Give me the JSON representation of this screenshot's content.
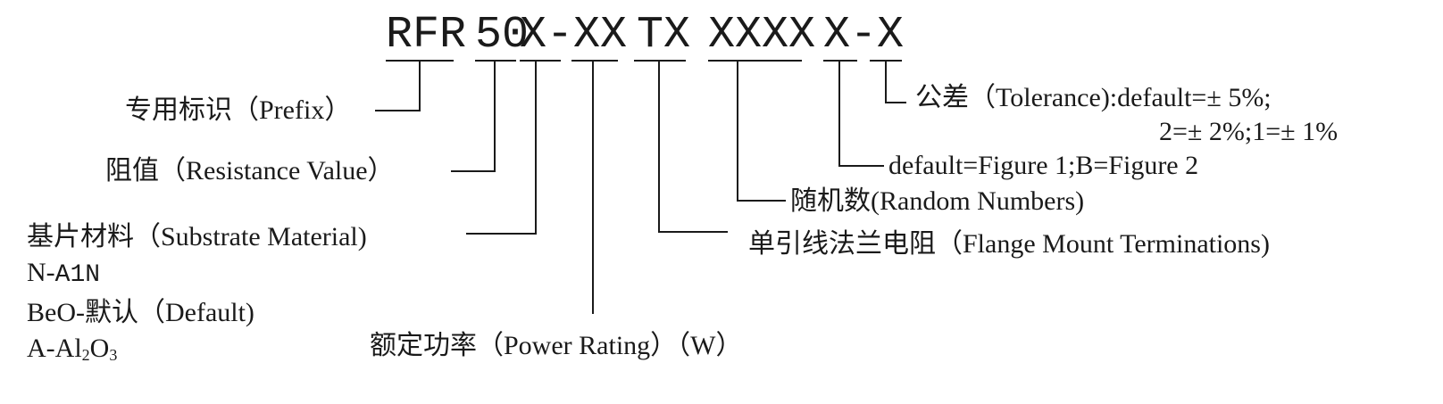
{
  "part_number": {
    "segments": [
      "RFR",
      "50",
      "X-XX",
      "TX",
      "XXXX",
      "X-X"
    ],
    "separator_prefix": " "
  },
  "labels": {
    "prefix": "专用标识（Prefix）",
    "resistance": "阻值（Resistance Value）",
    "substrate": "基片材料（Substrate Material)",
    "substrate_options": {
      "n_prefix": "N-",
      "n_value": "A1N",
      "beo": "BeO-默认（Default)",
      "a_prefix": "A-Al",
      "a_sub1": "2",
      "a_mid": "O",
      "a_sub2": "3"
    },
    "power": "额定功率（Power Rating）（W）",
    "flange": "单引线法兰电阻（Flange Mount Terminations)",
    "random": "随机数(Random Numbers)",
    "figure": "default=Figure 1;B=Figure 2",
    "tolerance_line1": "公差（Tolerance):default=± 5%;",
    "tolerance_line2": "2=± 2%;1=± 1%"
  }
}
